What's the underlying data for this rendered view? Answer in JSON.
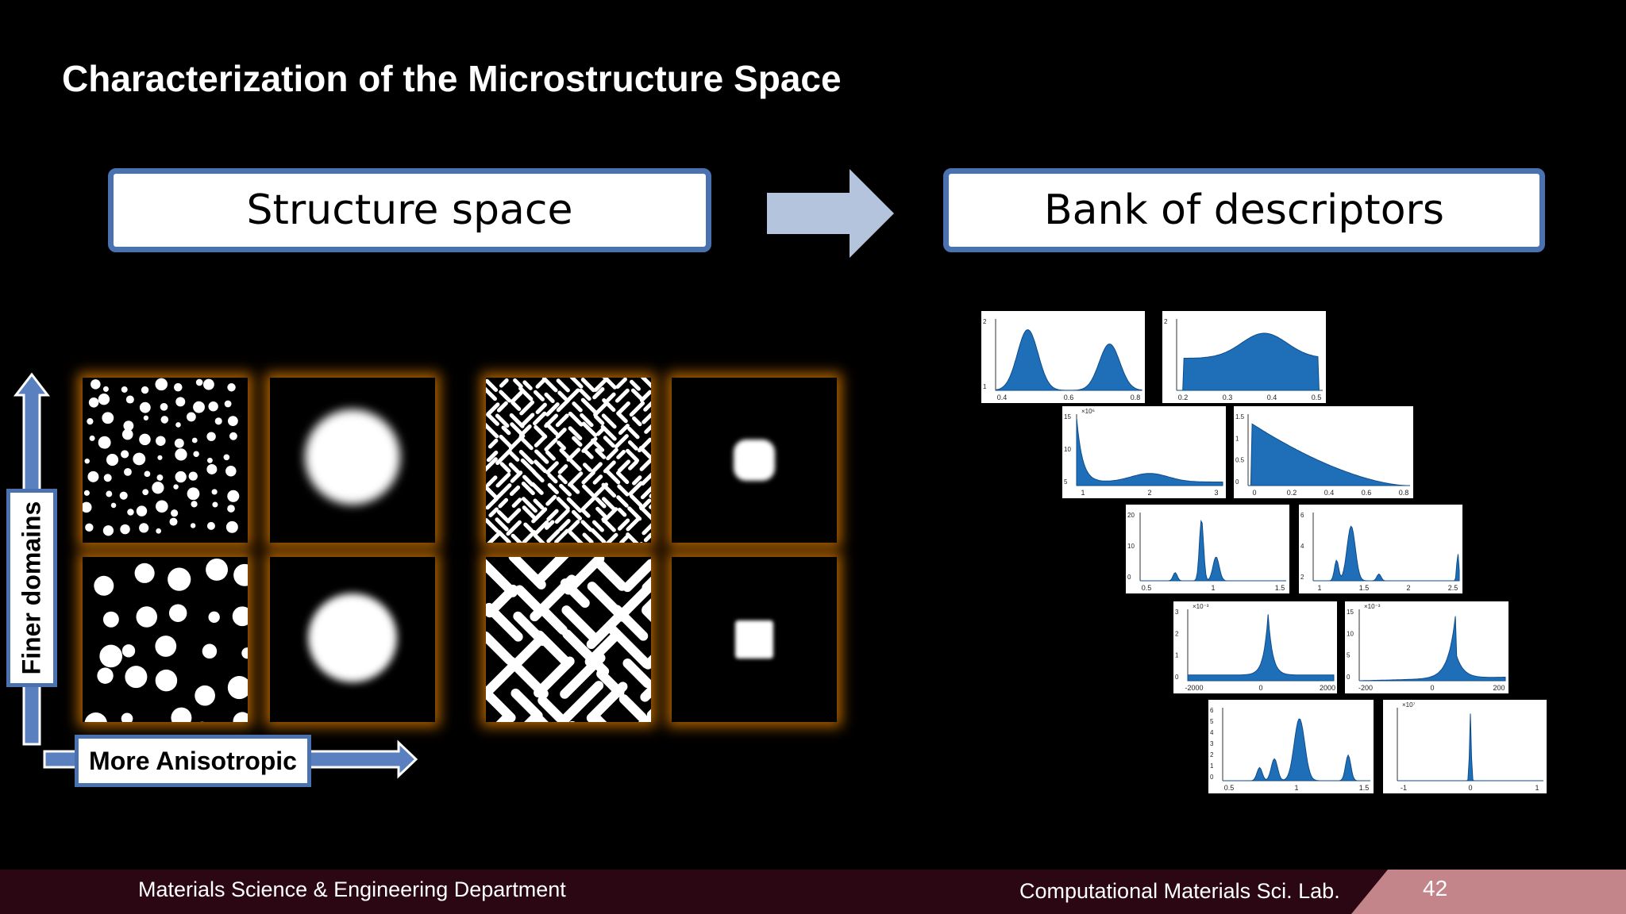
{
  "slide": {
    "title": "Characterization of the Microstructure Space",
    "page_number": "42"
  },
  "header_boxes": {
    "left": "Structure space",
    "right": "Bank of descriptors"
  },
  "axes": {
    "y_label": "Finer domains",
    "x_label": "More Anisotropic"
  },
  "footer": {
    "left": "Materials Science & Engineering Department",
    "right": "Computational Materials Sci. Lab."
  },
  "colors": {
    "background": "#000000",
    "box_border": "#4a72b0",
    "arrow_fill": "#b4c4dc",
    "panel_glow": "#cd7300",
    "descriptor_fill": "#1f6fb8",
    "footer_bar": "#2a0712",
    "footer_tab": "#c4858a"
  },
  "descriptor_plots": [
    {
      "ticks": [
        "0.4",
        "0.6",
        "0.8"
      ],
      "yticks": [
        "2",
        "1"
      ]
    },
    {
      "ticks": [
        "0.2",
        "0.3",
        "0.4",
        "0.5"
      ],
      "yticks": [
        "2"
      ]
    },
    {
      "ticks": [
        "1",
        "2",
        "3"
      ],
      "yticks": [
        "15",
        "10",
        "5"
      ],
      "exp": "×10⁶"
    },
    {
      "ticks": [
        "0",
        "0.2",
        "0.4",
        "0.6",
        "0.8"
      ],
      "yticks": [
        "1.5",
        "1",
        "0.5",
        "0"
      ]
    },
    {
      "ticks": [
        "0.5",
        "1",
        "1.5"
      ],
      "yticks": [
        "20",
        "10",
        "0"
      ]
    },
    {
      "ticks": [
        "1",
        "1.5",
        "2",
        "2.5"
      ],
      "yticks": [
        "6",
        "4",
        "2"
      ]
    },
    {
      "ticks": [
        "-2000",
        "0",
        "2000"
      ],
      "yticks": [
        "3",
        "2",
        "1",
        "0"
      ],
      "exp": "×10⁻³"
    },
    {
      "ticks": [
        "-200",
        "0",
        "200"
      ],
      "yticks": [
        "15",
        "10",
        "5",
        "0"
      ],
      "exp": "×10⁻³"
    },
    {
      "ticks": [
        "0.5",
        "1",
        "1.5"
      ],
      "yticks": [
        "6",
        "5",
        "4",
        "3",
        "2",
        "1",
        "0"
      ]
    },
    {
      "ticks": [
        "-1",
        "0",
        "1"
      ],
      "yticks": [],
      "exp": "×10⁷"
    }
  ]
}
